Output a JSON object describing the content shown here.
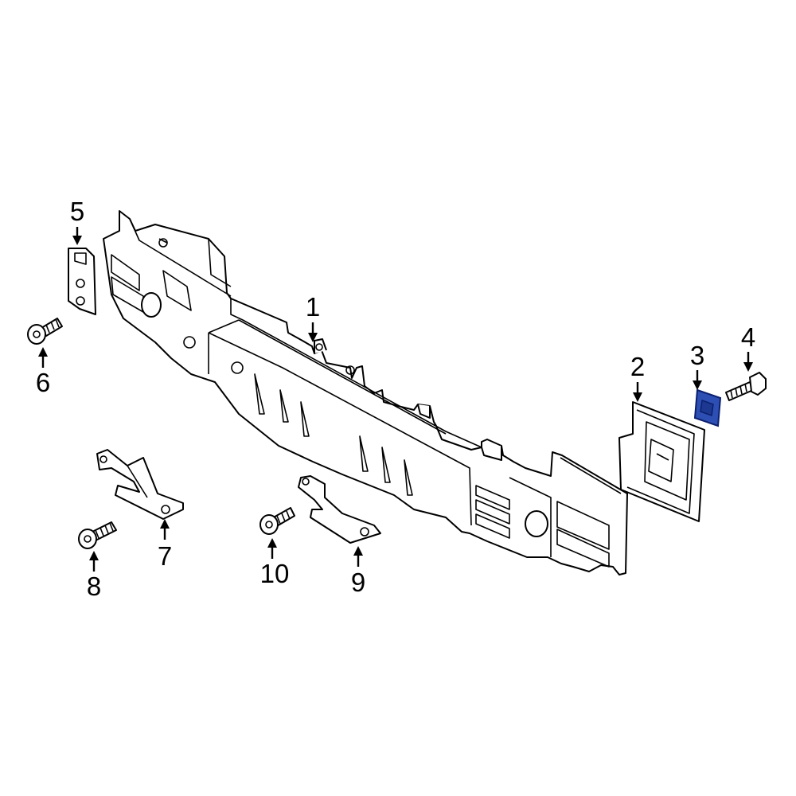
{
  "callouts": [
    {
      "id": "1",
      "label": "1"
    },
    {
      "id": "2",
      "label": "2"
    },
    {
      "id": "3",
      "label": "3"
    },
    {
      "id": "4",
      "label": "4"
    },
    {
      "id": "5",
      "label": "5"
    },
    {
      "id": "6",
      "label": "6"
    },
    {
      "id": "7",
      "label": "7"
    },
    {
      "id": "8",
      "label": "8"
    },
    {
      "id": "9",
      "label": "9"
    },
    {
      "id": "10",
      "label": "10"
    }
  ],
  "colors": {
    "line": "#000000",
    "background": "#ffffff",
    "highlight_fill": "#2d4fb4",
    "highlight_stroke": "#0b1f6e"
  },
  "highlighted_part": "3"
}
